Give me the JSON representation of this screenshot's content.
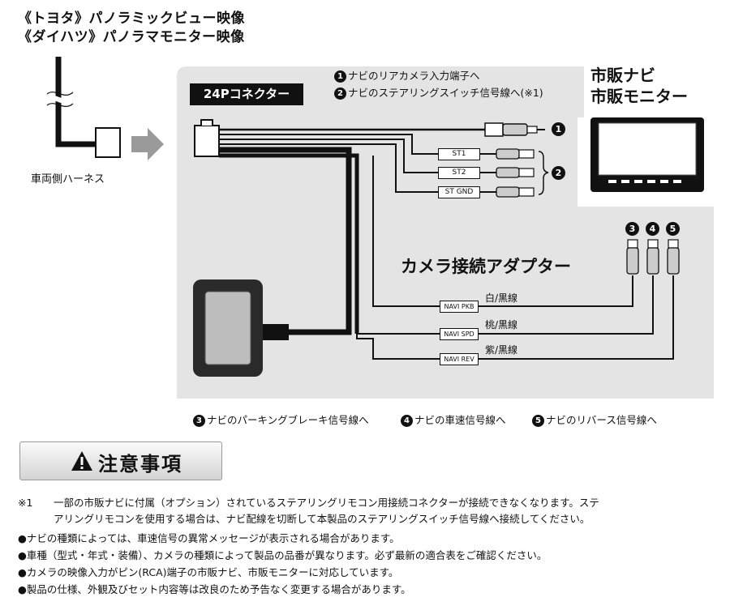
{
  "header": {
    "title_line1": "《トヨタ》パノラミックビュー映像",
    "title_line2": "《ダイハツ》パノラマモニター映像"
  },
  "harness_label": "車両側ハーネス",
  "connector_label": "24Pコネクター",
  "callouts": [
    {
      "num": "1",
      "text": "ナビのリアカメラ入力端子へ"
    },
    {
      "num": "2",
      "text": "ナビのステアリングスイッチ信号線へ(※1)"
    }
  ],
  "monitor_label": {
    "line1": "市販ナビ",
    "line2": "市販モニター"
  },
  "steering_tags": [
    "ST1",
    "ST2",
    "ST GND"
  ],
  "markers": {
    "m1": "1",
    "m2": "2",
    "m3": "3",
    "m4": "4",
    "m5": "5"
  },
  "adapter_label": "カメラ接続アダプター",
  "wires": [
    {
      "tag": "NAVI PKB",
      "color": "白/黒線"
    },
    {
      "tag": "NAVI SPD",
      "color": "桃/黒線"
    },
    {
      "tag": "NAVI REV",
      "color": "紫/黒線"
    }
  ],
  "bottom_callouts": [
    {
      "num": "3",
      "text": "ナビのパーキングブレーキ信号線へ"
    },
    {
      "num": "4",
      "text": "ナビの車速信号線へ"
    },
    {
      "num": "5",
      "text": "ナビのリバース信号線へ"
    }
  ],
  "caution": {
    "title": "注意事項",
    "icon": "warning-triangle-icon"
  },
  "notes": {
    "n1_prefix": "※1",
    "n1_line1": "一部の市販ナビに付属（オプション）されているステアリングリモコン用接続コネクターが接続できなくなります。ステ",
    "n1_line2": "アリングリモコンを使用する場合は、ナビ配線を切断して本製品のステアリングスイッチ信号線へ接続してください。",
    "bullets": [
      "ナビの種類によっては、車速信号の異常メッセージが表示される場合があります。",
      "車種（型式・年式・装備）、カメラの種類によって製品の品番が異なります。必ず最新の適合表をご確認ください。",
      "カメラの映像入力がピン(RCA)端子の市販ナビ、市販モニターに対応しています。",
      "製品の仕様、外観及びセット内容等は改良のため予告なく変更する場合があります。"
    ]
  }
}
